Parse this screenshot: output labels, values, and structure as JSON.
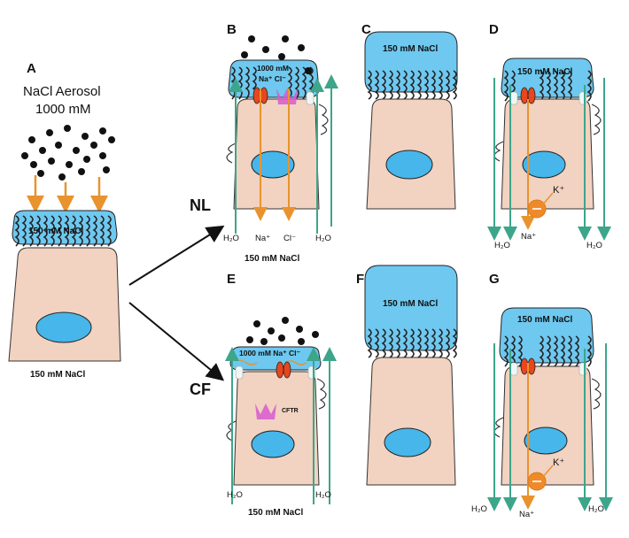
{
  "panels": {
    "A": {
      "label": "A",
      "aerosol_title": "NaCl Aerosol",
      "aerosol_conc": "1000 mM",
      "asl_label": "150 mM NaCl",
      "bottom_label": "150 mM NaCl"
    },
    "B": {
      "label": "B",
      "asl_label_line1": "1000 mM",
      "asl_label_line2": "Na⁺ Cl⁻",
      "bottom_label": "150 mM NaCl",
      "h2o_left": "H₂O",
      "na": "Na⁺",
      "cl": "Cl⁻",
      "h2o_right": "H₂O"
    },
    "C": {
      "label": "C",
      "asl_label": "150 mM NaCl"
    },
    "D": {
      "label": "D",
      "asl_label": "150 mM NaCl",
      "k": "K⁺",
      "h2o_left": "H₂O",
      "na": "Na⁺",
      "h2o_right": "H₂O"
    },
    "E": {
      "label": "E",
      "asl_label": "1000 mM Na⁺ Cl⁻",
      "cftr": "CFTR",
      "h2o_left": "H₂O",
      "h2o_right": "H₂O",
      "bottom_label": "150 mM NaCl"
    },
    "F": {
      "label": "F",
      "asl_label": "150 mM NaCl"
    },
    "G": {
      "label": "G",
      "asl_label": "150 mM NaCl",
      "k": "K⁺",
      "h2o_left": "H₂O",
      "na": "Na⁺",
      "h2o_right": "H₂O"
    }
  },
  "groups": {
    "nl": "NL",
    "cf": "CF"
  },
  "colors": {
    "asl": "#6ec8f0",
    "cell": "#f2d2c0",
    "nucleus": "#47b6ea",
    "water_arrow": "#3da58a",
    "ion_arrow": "#e8932e",
    "channel": "#e8461e",
    "pump": "#ef8a2a",
    "cftr": "#d85bd0",
    "particle": "#111111"
  }
}
